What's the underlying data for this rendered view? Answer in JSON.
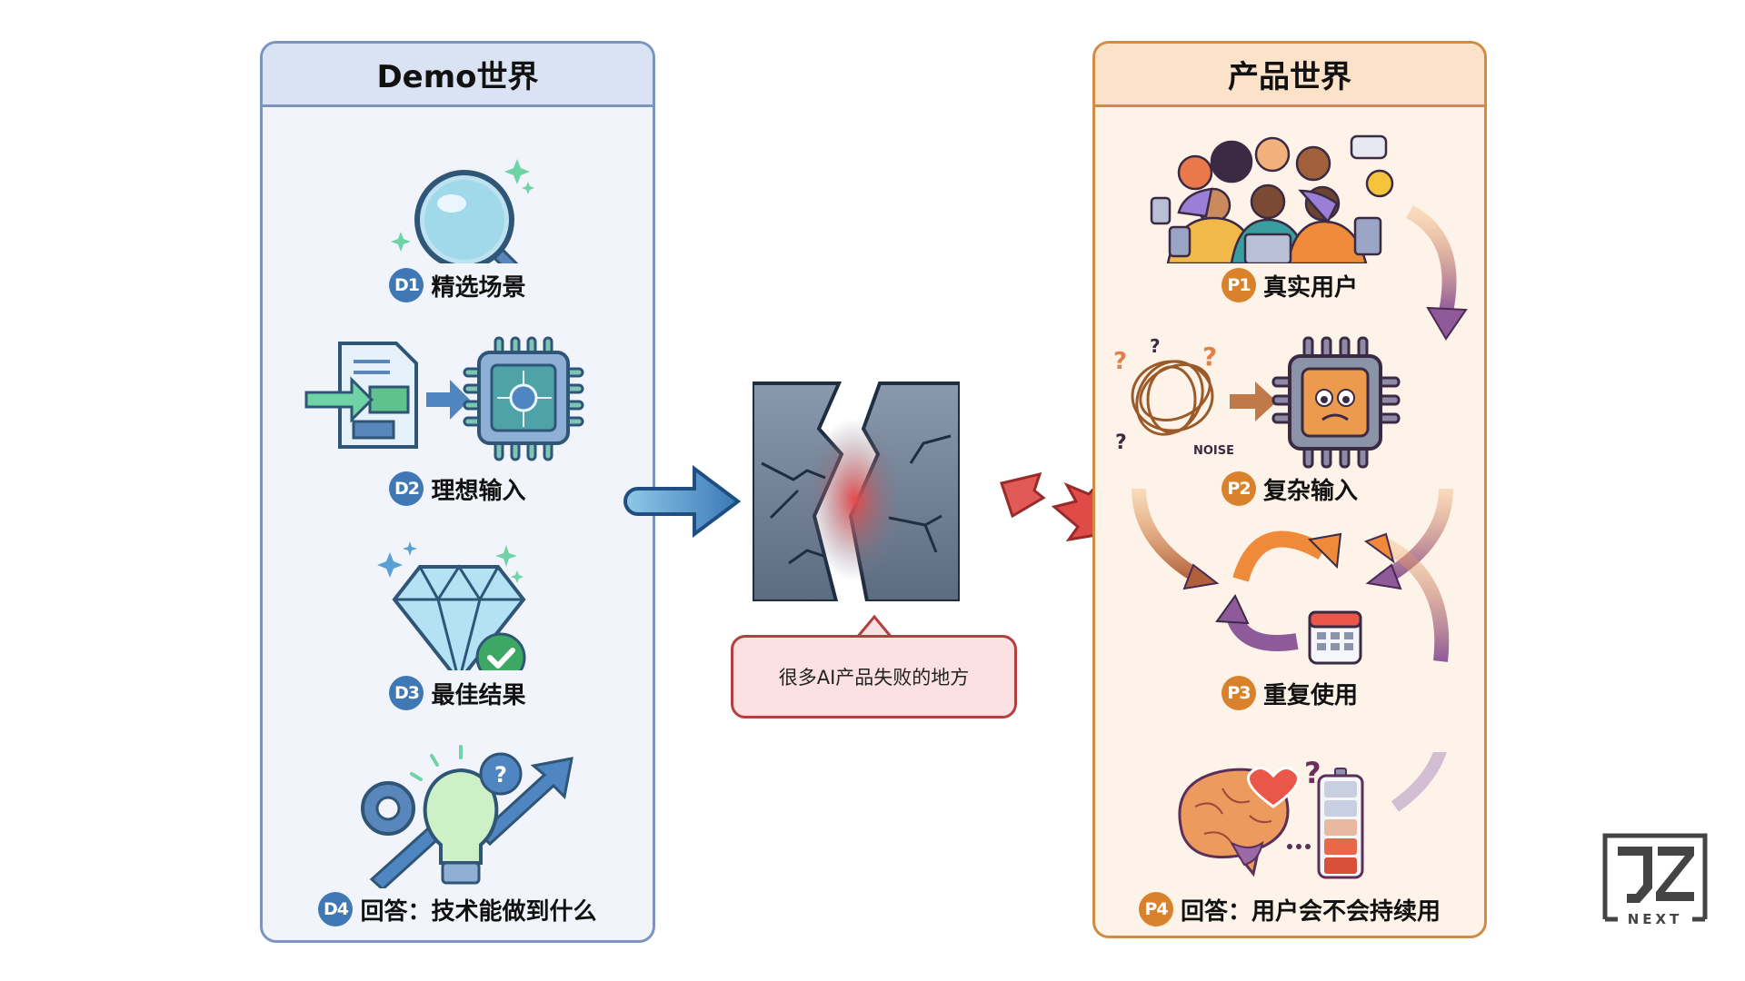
{
  "demo_world": {
    "title": "Demo世界",
    "accent": "#3f78b4",
    "steps": [
      {
        "badge": "D1",
        "label": "精选场景",
        "icon": "magnifying-glass-icon"
      },
      {
        "badge": "D2",
        "label": "理想输入",
        "icon": "document-to-chip-icon"
      },
      {
        "badge": "D3",
        "label": "最佳结果",
        "icon": "diamond-check-icon"
      },
      {
        "badge": "D4",
        "label": "回答：技术能做到什么",
        "icon": "lightbulb-growth-icon"
      }
    ]
  },
  "product_world": {
    "title": "产品世界",
    "accent": "#d9822b",
    "steps": [
      {
        "badge": "P1",
        "label": "真实用户",
        "icon": "crowd-of-users-icon"
      },
      {
        "badge": "P2",
        "label": "复杂输入",
        "icon": "noise-to-stressed-chip-icon",
        "noise_text": "NOISE"
      },
      {
        "badge": "P3",
        "label": "重复使用",
        "icon": "cycle-calendar-icon"
      },
      {
        "badge": "P4",
        "label": "回答：用户会不会持续用",
        "icon": "brain-heart-battery-icon",
        "battery_level": 0.4
      }
    ]
  },
  "gap": {
    "icon": "cracked-wall-icon",
    "callout": "很多AI产品失败的地方"
  },
  "logo": {
    "mark": "JZ",
    "text": "NEXT"
  }
}
